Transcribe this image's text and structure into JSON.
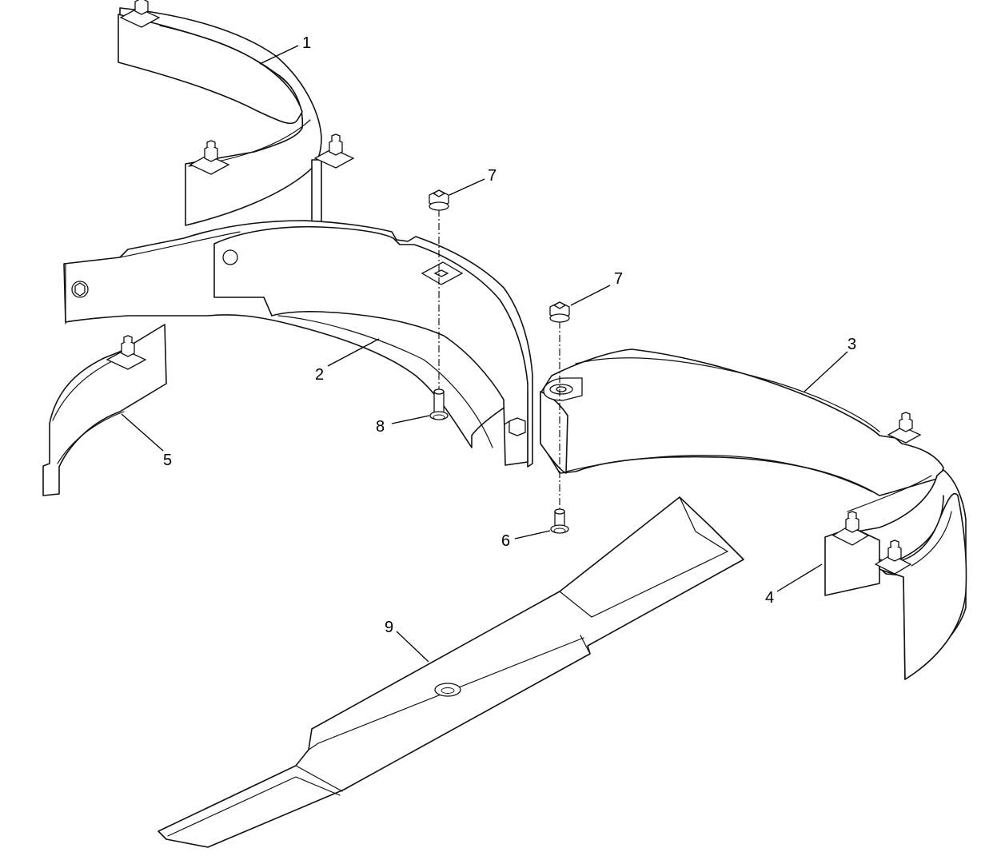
{
  "callouts": {
    "c1": "1",
    "c2": "2",
    "c3": "3",
    "c4": "4",
    "c5": "5",
    "c6": "6",
    "c7a": "7",
    "c7b": "7",
    "c8": "8",
    "c9": "9"
  },
  "colors": {
    "line": "#111111",
    "background": "#ffffff"
  },
  "icons": {
    "hardware_nut": "flange-nut-icon",
    "hardware_bolt": "carriage-bolt-icon"
  }
}
